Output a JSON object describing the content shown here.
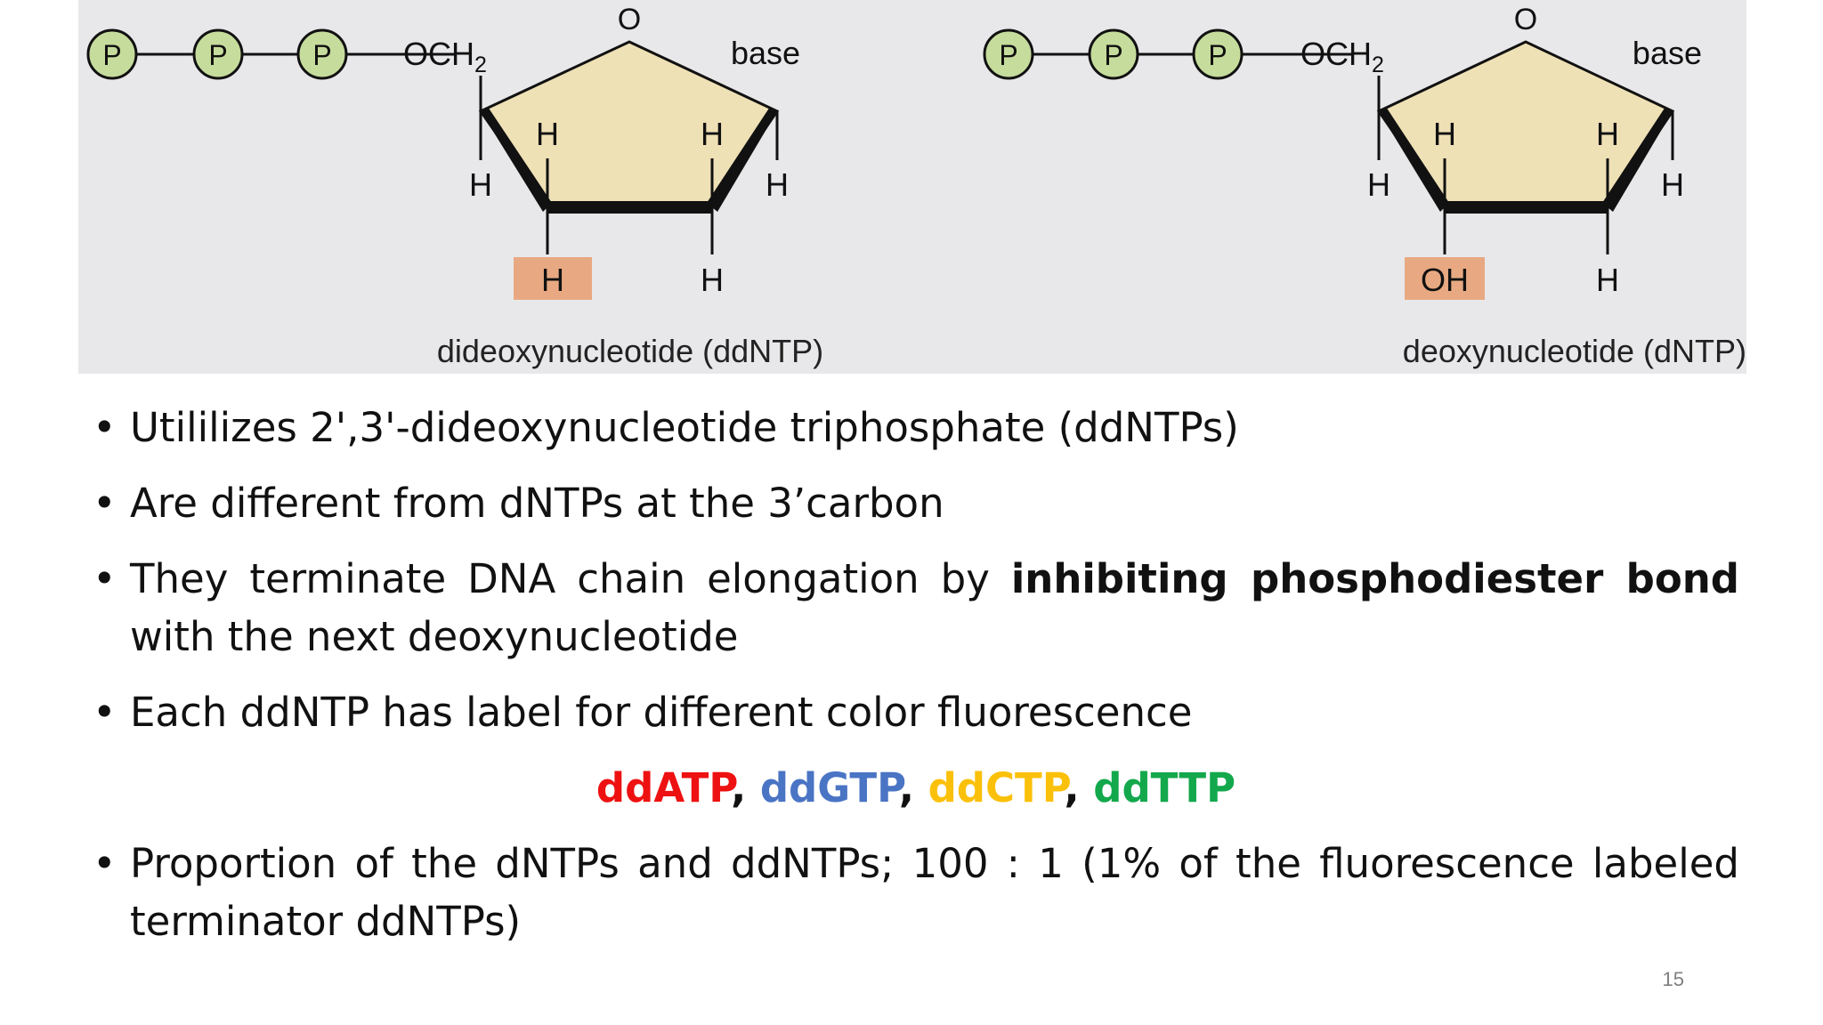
{
  "figure": {
    "left": {
      "phosphates": [
        "P",
        "P",
        "P"
      ],
      "och2": "OCH",
      "och2_sub": "2",
      "ring_o": "O",
      "base": "base",
      "h_top_left": "H",
      "h_top_right": "H",
      "h_left": "H",
      "h_right": "H",
      "h_3prime": "H",
      "h_2prime": "H",
      "caption": "dideoxynucleotide (ddNTP)"
    },
    "right": {
      "phosphates": [
        "P",
        "P",
        "P"
      ],
      "och2": "OCH",
      "och2_sub": "2",
      "ring_o": "O",
      "base": "base",
      "h_top_left": "H",
      "h_top_right": "H",
      "h_left": "H",
      "h_right": "H",
      "h_3prime": "OH",
      "h_2prime": "H",
      "caption": "deoxynucleotide (dNTP)"
    },
    "colors": {
      "phosphate_fill": "#c6dc9c",
      "ring_fill": "#efe1b6",
      "highlight": "#e8a982",
      "background": "#e8e8ea"
    }
  },
  "bullets": {
    "b1": "Utililizes 2',3'-dideoxynucleotide triphosphate (ddNTPs)",
    "b2": "Are different from dNTPs at the 3’carbon",
    "b3_pre": "They terminate DNA chain elongation by ",
    "b3_bold": "inhibiting phosphodiester bond",
    "b3_post": " with the next deoxynucleotide",
    "b4": "Each ddNTP has label for different color fluorescence",
    "b5": "Proportion of the dNTPs and ddNTPs; 100 : 1 (1% of the fluorescence labeled terminator ddNTPs)"
  },
  "colored_line": {
    "ddATP": "ddATP",
    "ddGTP": "ddGTP",
    "ddCTP": "ddCTP",
    "ddTTP": "ddTTP",
    "sep": ", ",
    "colors": {
      "ddATP": "#ee1111",
      "ddGTP": "#4a74c4",
      "ddCTP": "#fbc00a",
      "ddTTP": "#13a84c"
    }
  },
  "page_number": "15"
}
